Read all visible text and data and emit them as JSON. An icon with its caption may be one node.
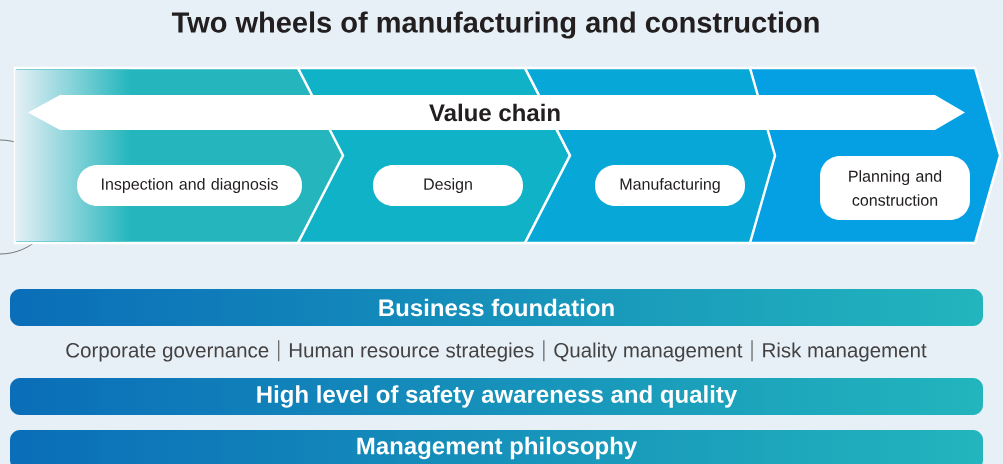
{
  "diagram": {
    "title": "Two wheels of manufacturing and construction",
    "nodes": [
      {
        "text": [
          "Value chain"
        ]
      },
      {
        "text": [
          "Inspection and diagnosis"
        ]
      },
      {
        "text": [
          "Design"
        ]
      },
      {
        "text": [
          "Manufacturing"
        ]
      },
      {
        "text": [
          "Planning and construction"
        ]
      },
      {
        "text": [
          "Business foundation"
        ]
      },
      {
        "text": [
          "High level of safety awareness and quality"
        ]
      },
      {
        "text": [
          "Management philosophy"
        ]
      }
    ],
    "labels": [
      "Corporate governance",
      "Human resource strategies",
      "Quality management",
      "Risk management"
    ]
  }
}
